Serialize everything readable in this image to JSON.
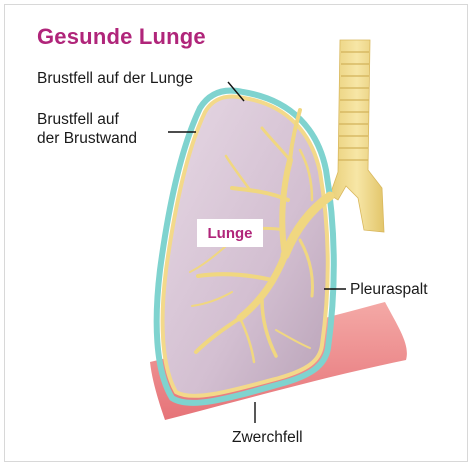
{
  "title": "Gesunde Lunge",
  "labels": {
    "lung_pleura": "Brustfell auf der Lunge",
    "wall_pleura_line1": "Brustfell auf",
    "wall_pleura_line2": "der Brustwand",
    "pleural_gap": "Pleuraspalt",
    "diaphragm": "Zwerchfell",
    "lung": "Lunge"
  },
  "colors": {
    "title": "#b0257a",
    "lung_label": "#b0257a",
    "pleura_outer": "#7fd3cf",
    "pleura_inner": "#f3d98a",
    "lung_fill": "#d9c6d6",
    "bronchi": "#f2dc8c",
    "diaphragm": "#ee8f92"
  }
}
